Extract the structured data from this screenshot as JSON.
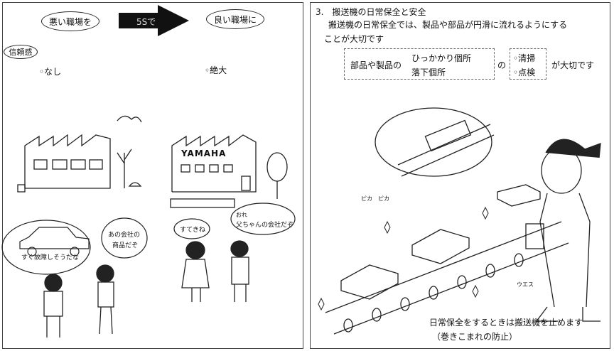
{
  "left": {
    "bad_label": "悪い職場を",
    "arrow_label": "5Sで",
    "good_label": "良い職場に",
    "trust_label": "信頼感",
    "bad_trust": "◦なし",
    "good_trust": "◦絶大",
    "factory_sign": "YAMAHA",
    "bubble_car": "すぐ故障しそうだな",
    "bubble_company": [
      "あの会社の",
      "商品だぞ"
    ],
    "bubble_girl": "すてきね",
    "bubble_boy": [
      "おれ",
      "父ちゃんの会社だぞ"
    ]
  },
  "right": {
    "heading": "3.　搬送機の日常保全と安全",
    "line1": "搬送機の日常保全では、製品や部品が円滑に流れるようにする",
    "line2": "ことが大切です",
    "box1_prefix": "部品や製品の",
    "box1_items": [
      "ひっかかり個所",
      "落下個所"
    ],
    "connector": "の",
    "box2_items": [
      "◦清掃",
      "◦点検"
    ],
    "suffix": "が大切です",
    "shine_label": "ピカ　ピカ",
    "cloth_label": "ウエス",
    "note1": "日常保全をするときは搬送機を止めます",
    "note2": "（巻きこまれの防止）"
  }
}
